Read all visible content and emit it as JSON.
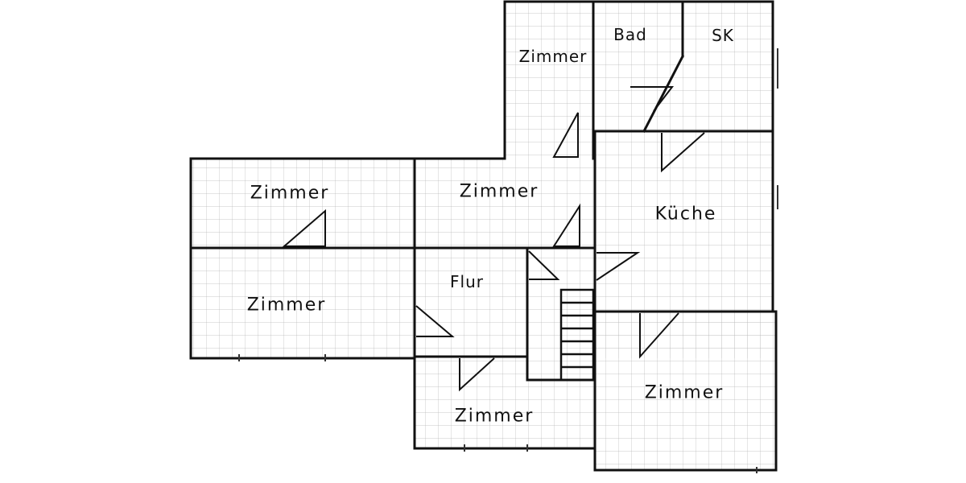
{
  "floor_plan": {
    "rooms": [
      {
        "key": "zimmer_top",
        "label": "Zimmer"
      },
      {
        "key": "bad",
        "label": "Bad"
      },
      {
        "key": "sk",
        "label": "SK"
      },
      {
        "key": "zimmer_left_upper",
        "label": "Zimmer"
      },
      {
        "key": "zimmer_center_upper",
        "label": "Zimmer"
      },
      {
        "key": "kueche",
        "label": "Küche"
      },
      {
        "key": "zimmer_left_lower",
        "label": "Zimmer"
      },
      {
        "key": "flur",
        "label": "Flur"
      },
      {
        "key": "zimmer_bottom_center",
        "label": "Zimmer"
      },
      {
        "key": "zimmer_right_lower",
        "label": "Zimmer"
      }
    ]
  }
}
